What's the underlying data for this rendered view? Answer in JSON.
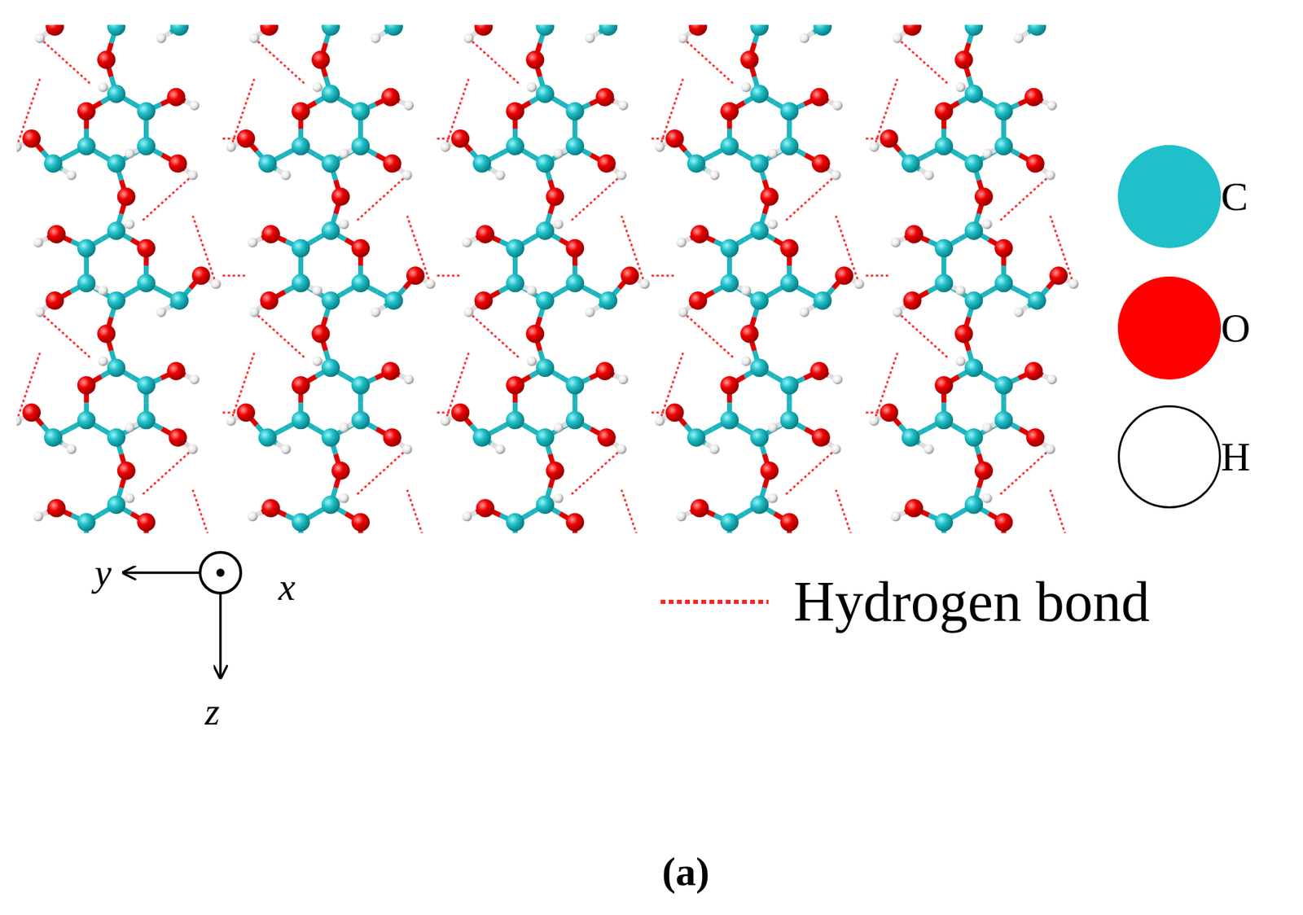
{
  "diagram": {
    "caption": "(a)",
    "labels": [
      "y",
      "x",
      "z"
    ],
    "legend": [
      {
        "text": "C",
        "color": "#1fc0c9"
      },
      {
        "text": "O",
        "color": "#ff0000"
      },
      {
        "text": "H",
        "color": "#ffffff"
      },
      {
        "text": "Hydrogen bond"
      }
    ]
  }
}
